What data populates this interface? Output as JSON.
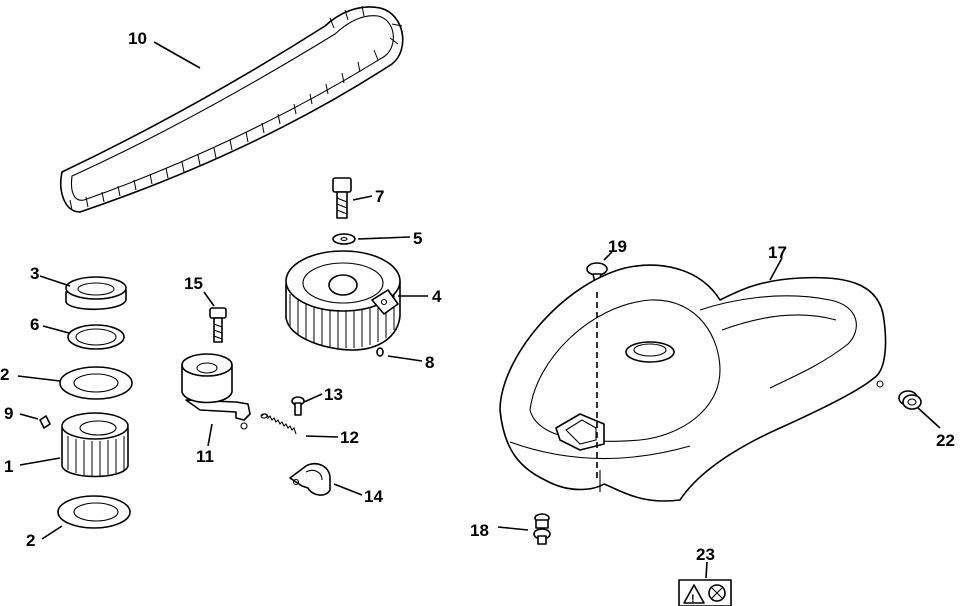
{
  "diagram": {
    "callouts": [
      "1",
      "2",
      "2",
      "3",
      "4",
      "5",
      "6",
      "7",
      "8",
      "9",
      "10",
      "11",
      "12",
      "13",
      "14",
      "15",
      "17",
      "18",
      "19",
      "22",
      "23"
    ]
  },
  "icons": {
    "warning_label": "warning-triangle-decal"
  }
}
